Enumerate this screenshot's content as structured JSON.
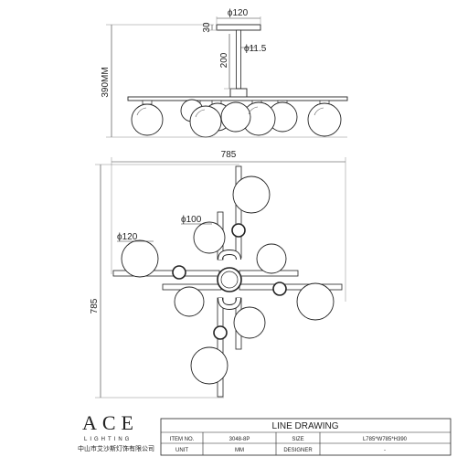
{
  "dimensions": {
    "canopy_diameter": "ϕ120",
    "canopy_height": "30",
    "rod_diameter": "ϕ11.5",
    "rod_length": "200",
    "total_height": "390MM",
    "width": "785",
    "depth": "785",
    "globe_large": "ϕ120",
    "globe_small": "ϕ100"
  },
  "brand": {
    "logo_text": "ACE",
    "tagline": "LIGHTING",
    "company": "中山市艾沙斯灯饰有限公司"
  },
  "title_block": {
    "title": "LINE DRAWING",
    "item_label": "ITEM NO.",
    "item_value": "3048-8P",
    "size_label": "SIZE",
    "size_value": "L785*W785*H390",
    "unit_label": "UNIT",
    "unit_value": "MM",
    "designer_label": "DESIGNER",
    "designer_value": "-"
  }
}
